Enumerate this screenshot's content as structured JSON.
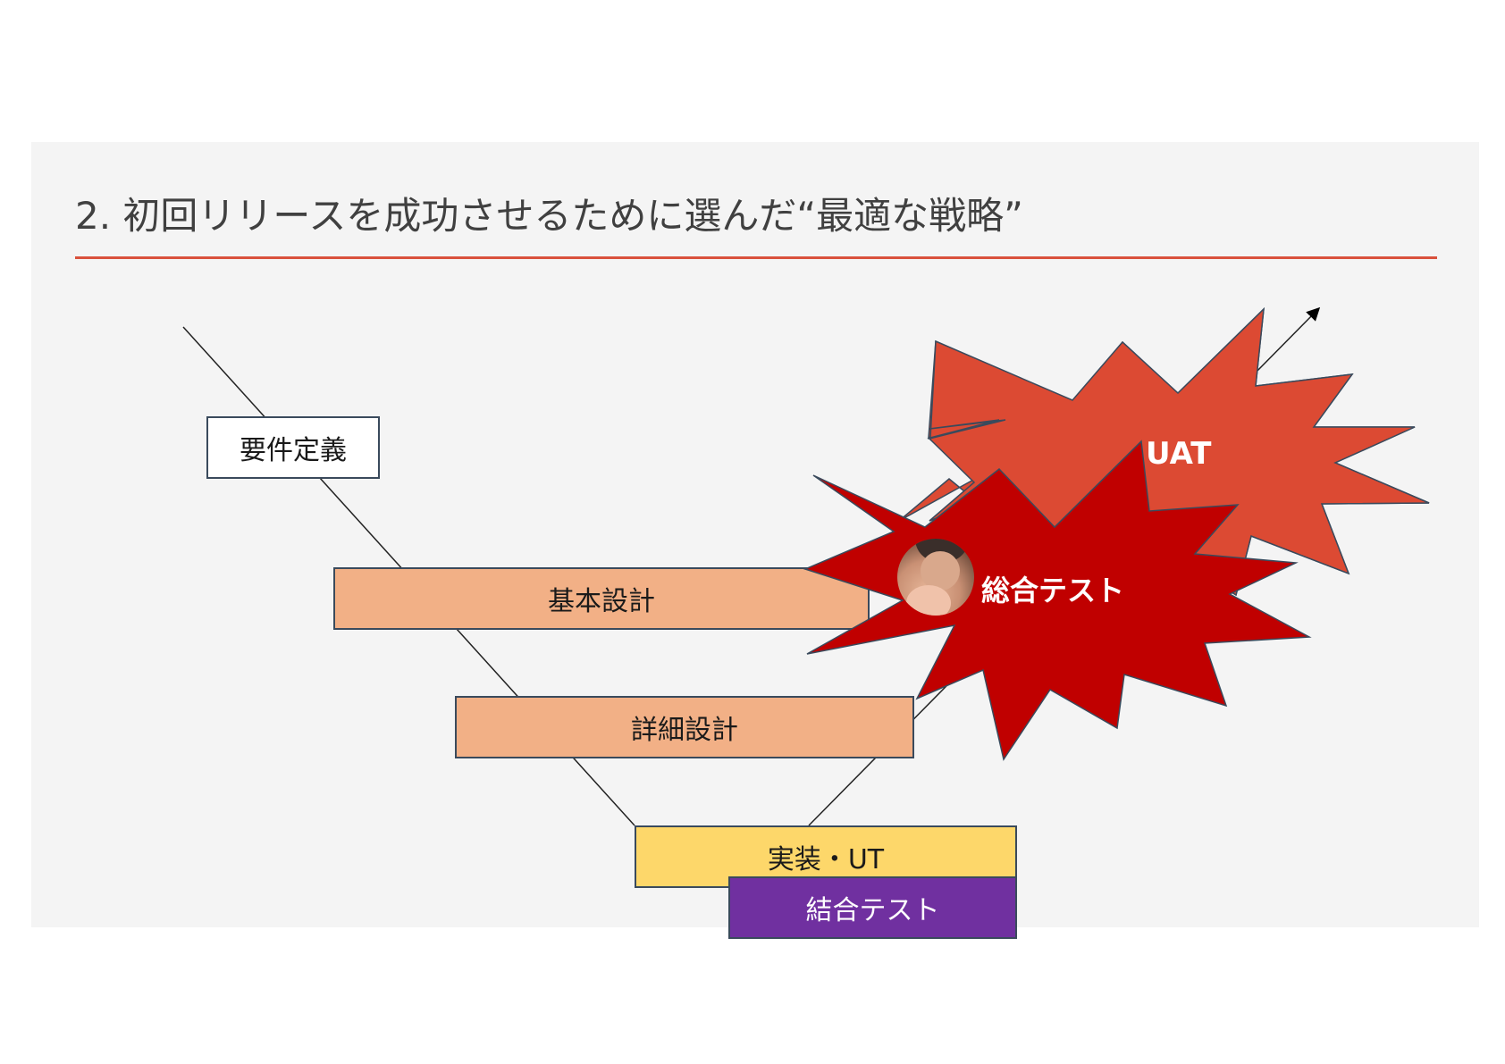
{
  "slide": {
    "title": "2. 初回リリースを成功させるために選んだ“最適な戦略”",
    "accent_color": "#d9513c",
    "background_color": "#f4f4f4"
  },
  "phases": {
    "requirements": "要件定義",
    "basic_design": "基本設計",
    "detail_design": "詳細設計",
    "implementation_ut": "実装・UT",
    "integration_test": "結合テスト"
  },
  "bursts": {
    "uat": {
      "label": "UAT",
      "color": "#dc4a33"
    },
    "system_test": {
      "label": "総合テスト",
      "color": "#c00000"
    }
  },
  "colors": {
    "design_phase": "#f2b086",
    "implementation_phase": "#fdd76a",
    "integration_phase": "#7030a0"
  },
  "icons": {
    "avatar": "person-photo-avatar",
    "arrow": "arrow-up-right-icon"
  }
}
